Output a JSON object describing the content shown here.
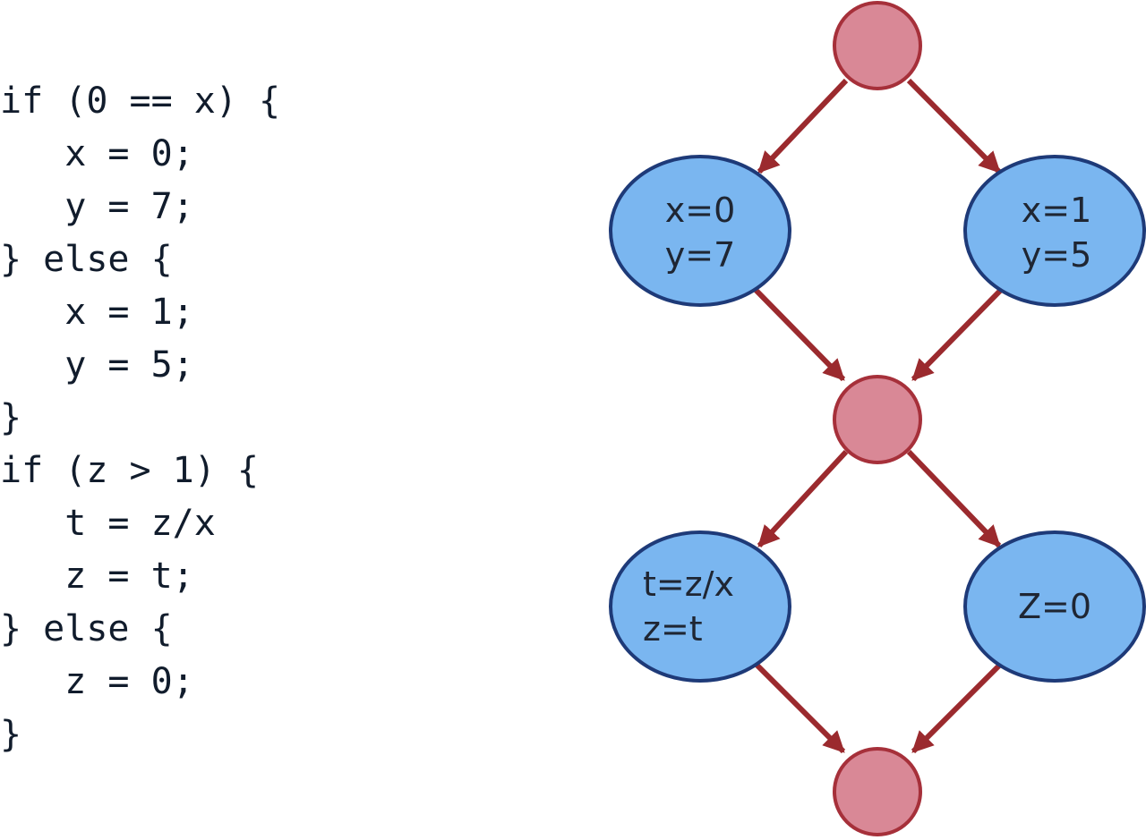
{
  "code": {
    "lines": [
      "if (0 == x) {",
      "   x = 0;",
      "   y = 7;",
      "} else {",
      "   x = 1;",
      "   y = 5;",
      "}",
      "if (z > 1) {",
      "   t = z/x",
      "   z = t;",
      "} else {",
      "   z = 0;",
      "}"
    ]
  },
  "graph": {
    "node_colors": {
      "branch_fill": "#d98896",
      "branch_stroke": "#a6303a",
      "block_fill": "#7ab6f0",
      "block_stroke": "#1e3a78",
      "edge": "#9b2a2e"
    },
    "blocks": [
      {
        "id": "then1",
        "line1": "x=0",
        "line2": "y=7"
      },
      {
        "id": "else1",
        "line1": "x=1",
        "line2": "y=5"
      },
      {
        "id": "then2",
        "line1": "t=z/x",
        "line2": "z=t"
      },
      {
        "id": "else2",
        "line1": "Z=0",
        "line2": ""
      }
    ]
  }
}
